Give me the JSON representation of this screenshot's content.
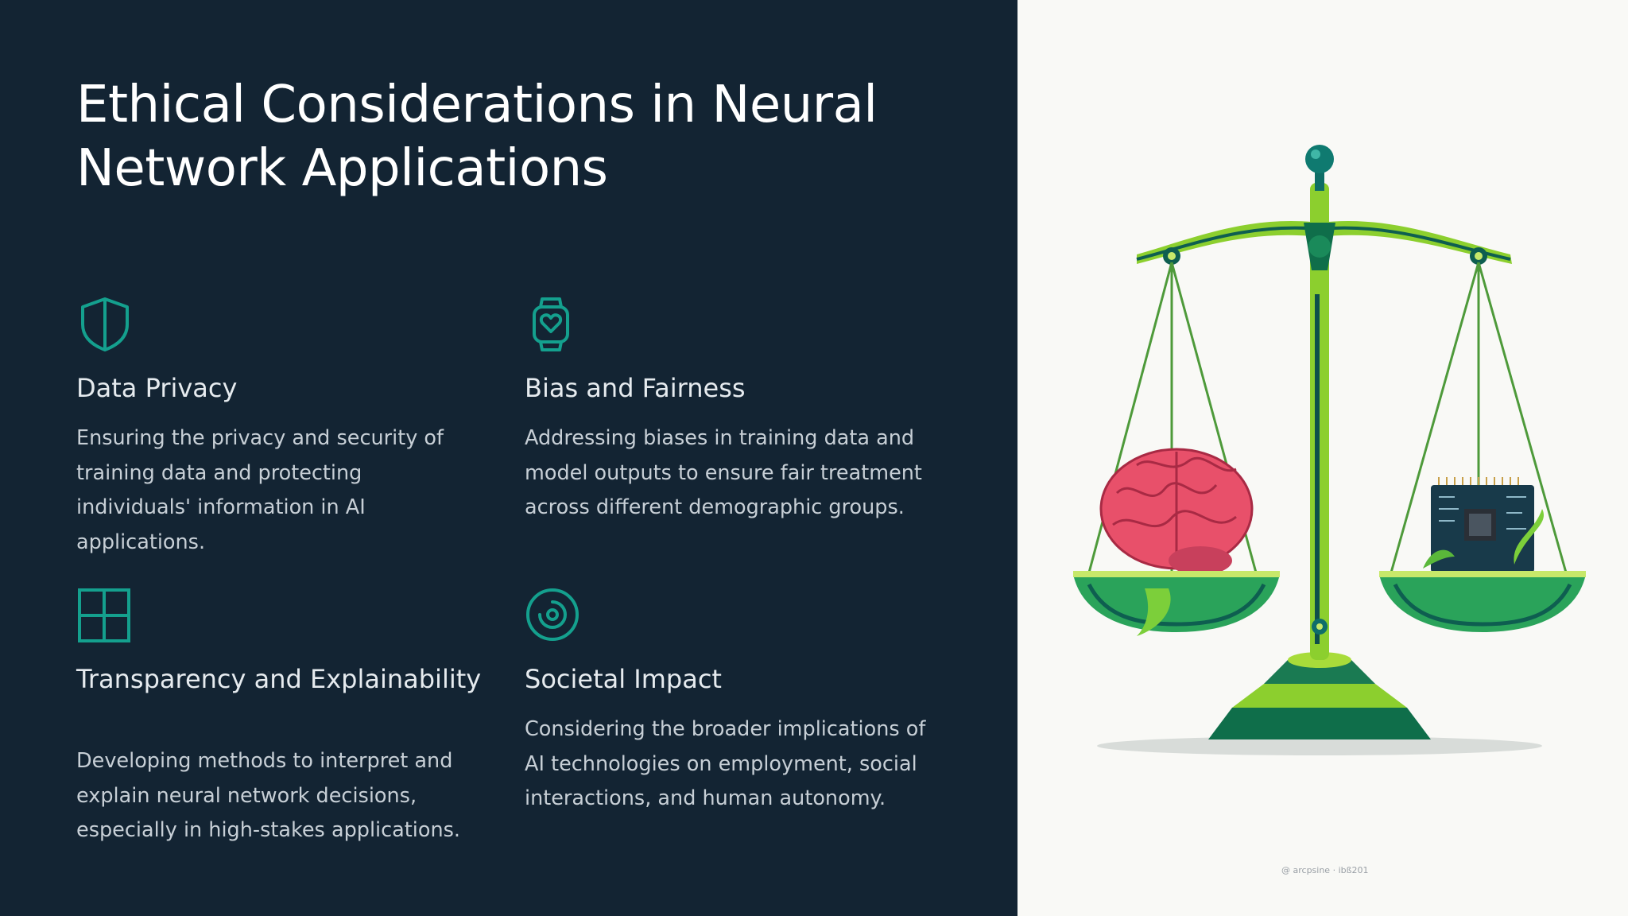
{
  "slide": {
    "title": "Ethical Considerations in Neural Network Applications",
    "colors": {
      "left_background": "#132433",
      "right_background": "#f9f9f6",
      "icon_accent": "#14a08e",
      "heading_text": "#e6ebef",
      "body_text": "#c7cfd6"
    }
  },
  "cards": [
    {
      "icon": "shield-icon",
      "heading": "Data Privacy",
      "body": "Ensuring the privacy and security of training data and protecting individuals' information in AI applications."
    },
    {
      "icon": "smartwatch-heart-icon",
      "heading": "Bias and Fairness",
      "body": "Addressing biases in training data and model outputs to ensure fair treatment across different demographic groups."
    },
    {
      "icon": "grid-panel-icon",
      "heading": "Transparency and Explainability",
      "body": "Developing methods to interpret and explain neural network decisions, especially in high-stakes applications."
    },
    {
      "icon": "target-icon",
      "heading": "Societal Impact",
      "body": "Considering the broader implications of AI technologies on employment, social interactions, and human autonomy."
    }
  ],
  "illustration": {
    "subject": "balance-scale-brain-chip",
    "credit": "@ arcpsine · ibß201"
  }
}
